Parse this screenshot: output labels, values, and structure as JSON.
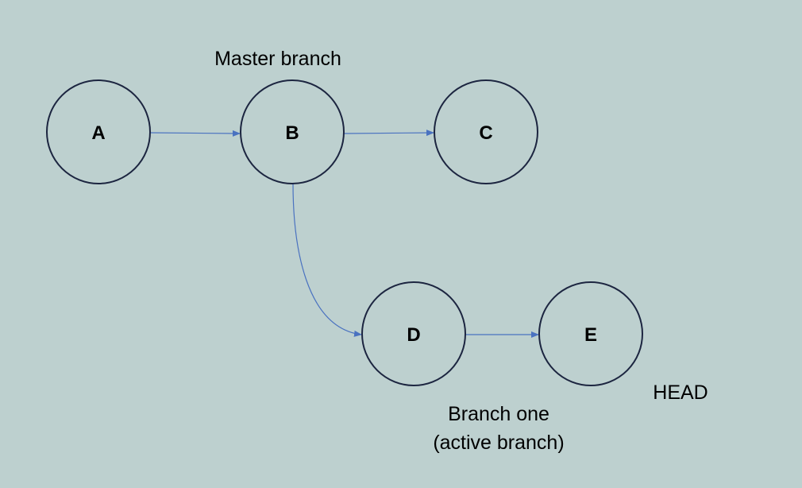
{
  "nodes": [
    {
      "id": "A",
      "label": "A"
    },
    {
      "id": "B",
      "label": "B"
    },
    {
      "id": "C",
      "label": "C"
    },
    {
      "id": "D",
      "label": "D"
    },
    {
      "id": "E",
      "label": "E"
    }
  ],
  "edges": [
    {
      "from": "A",
      "to": "B"
    },
    {
      "from": "B",
      "to": "C"
    },
    {
      "from": "B",
      "to": "D"
    },
    {
      "from": "D",
      "to": "E"
    }
  ],
  "captions": {
    "master_branch": "Master branch",
    "branch_one_line1": "Branch one",
    "branch_one_line2": "(active branch)",
    "head": "HEAD"
  },
  "colors": {
    "background": "#bdd0cf",
    "node_stroke": "#1c2540",
    "edge": "#4a72c0"
  }
}
